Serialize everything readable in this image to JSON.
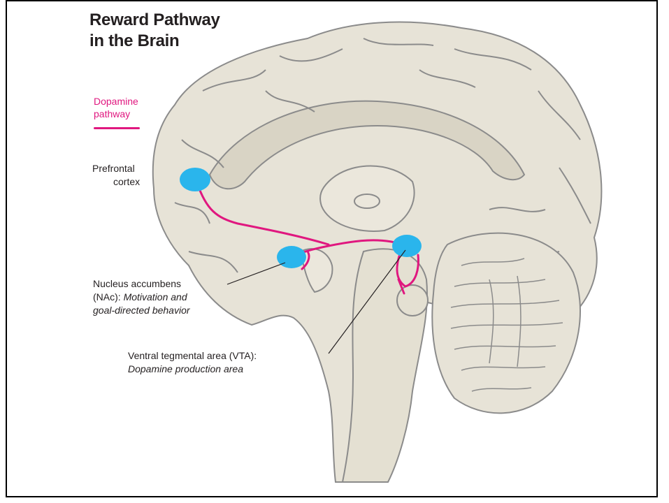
{
  "title_line1": "Reward Pathway",
  "title_line2": "in the Brain",
  "legend": {
    "label_line1": "Dopamine",
    "label_line2": "pathway",
    "color": "#e0177f"
  },
  "labels": {
    "pfc_line1": "Prefrontal",
    "pfc_line2": "cortex",
    "nac_line1": "Nucleus accumbens",
    "nac_line2_prefix": "(NAc): ",
    "nac_line2_italic": "Motivation and",
    "nac_line3_italic": "goal-directed behavior",
    "vta_line1": "Ventral tegmental area (VTA):",
    "vta_line2_italic": "Dopamine production area"
  },
  "colors": {
    "brain_fill": "#e7e3d7",
    "brain_stroke": "#8b8b8b",
    "region_fill": "#2ab5ec",
    "pathway": "#e0177f"
  }
}
